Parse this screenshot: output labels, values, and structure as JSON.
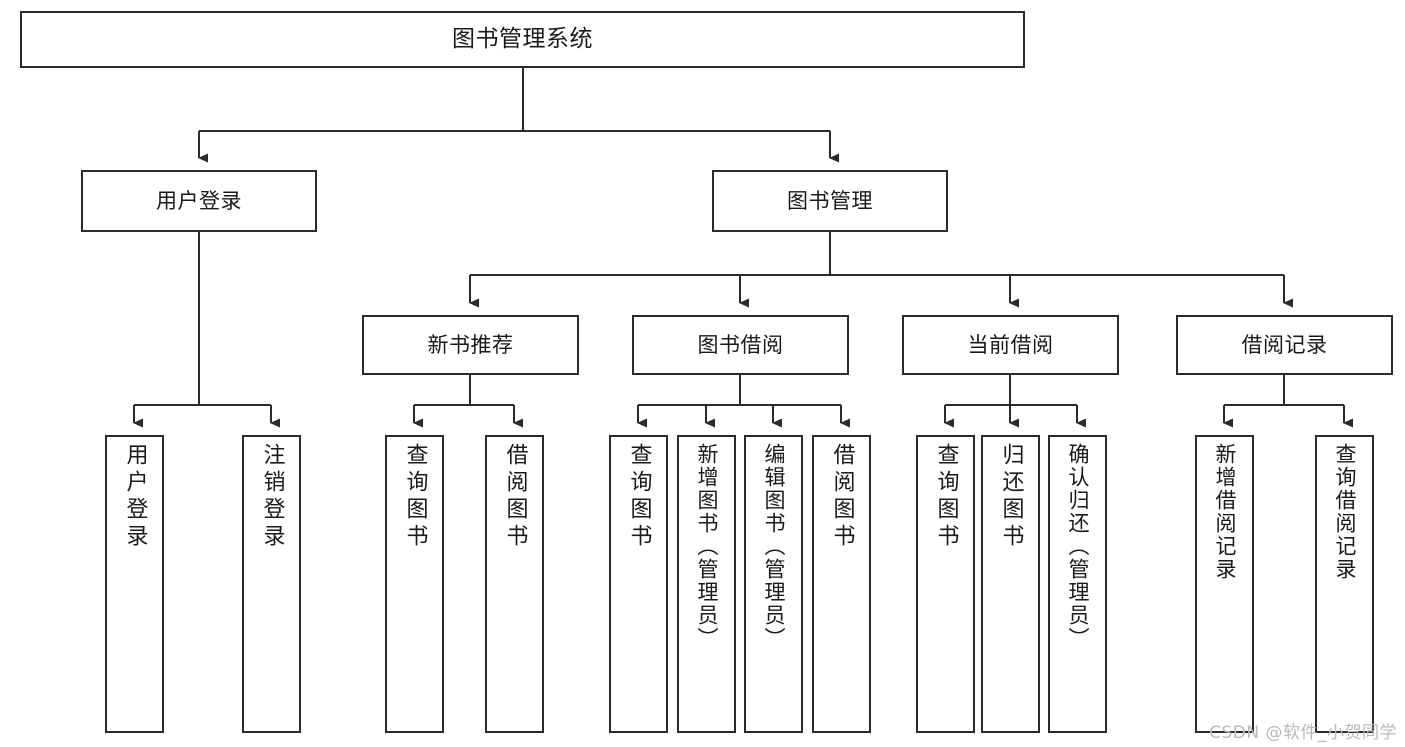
{
  "diagram": {
    "type": "tree-hierarchy",
    "title": "图书管理系统",
    "root": {
      "label": "图书管理系统"
    },
    "level1": [
      {
        "id": "user-login",
        "label": "用户登录"
      },
      {
        "id": "book-management",
        "label": "图书管理"
      }
    ],
    "level2": [
      {
        "id": "new-book-recommend",
        "label": "新书推荐",
        "parent": "book-management"
      },
      {
        "id": "book-borrow",
        "label": "图书借阅",
        "parent": "book-management"
      },
      {
        "id": "current-borrow",
        "label": "当前借阅",
        "parent": "book-management"
      },
      {
        "id": "borrow-record",
        "label": "借阅记录",
        "parent": "book-management"
      }
    ],
    "leaves": [
      {
        "id": "leaf-user-login",
        "label": "用户登录",
        "parent": "user-login"
      },
      {
        "id": "leaf-logout-login",
        "label": "注销登录",
        "parent": "user-login"
      },
      {
        "id": "leaf-query-book-1",
        "label": "查询图书",
        "parent": "new-book-recommend"
      },
      {
        "id": "leaf-borrow-book-1",
        "label": "借阅图书",
        "parent": "new-book-recommend"
      },
      {
        "id": "leaf-query-book-2",
        "label": "查询图书",
        "parent": "book-borrow"
      },
      {
        "id": "leaf-add-book",
        "label": "新增图书（管理员）",
        "parent": "book-borrow"
      },
      {
        "id": "leaf-edit-book",
        "label": "编辑图书（管理员）",
        "parent": "book-borrow"
      },
      {
        "id": "leaf-borrow-book-2",
        "label": "借阅图书",
        "parent": "book-borrow"
      },
      {
        "id": "leaf-query-book-3",
        "label": "查询图书",
        "parent": "current-borrow"
      },
      {
        "id": "leaf-return-book",
        "label": "归还图书",
        "parent": "current-borrow"
      },
      {
        "id": "leaf-confirm-return",
        "label": "确认归还（管理员）",
        "parent": "current-borrow"
      },
      {
        "id": "leaf-add-record",
        "label": "新增借阅记录",
        "parent": "borrow-record"
      },
      {
        "id": "leaf-query-record",
        "label": "查询借阅记录",
        "parent": "borrow-record"
      }
    ],
    "colors": {
      "box_border": "#2b2b2b",
      "box_fill": "#ffffff",
      "connector": "#2b2b2b",
      "text": "#1a1a1a",
      "watermark": "#b9b9b9",
      "background": "#ffffff"
    }
  },
  "watermark": {
    "text": "CSDN @软件_小贺同学"
  }
}
